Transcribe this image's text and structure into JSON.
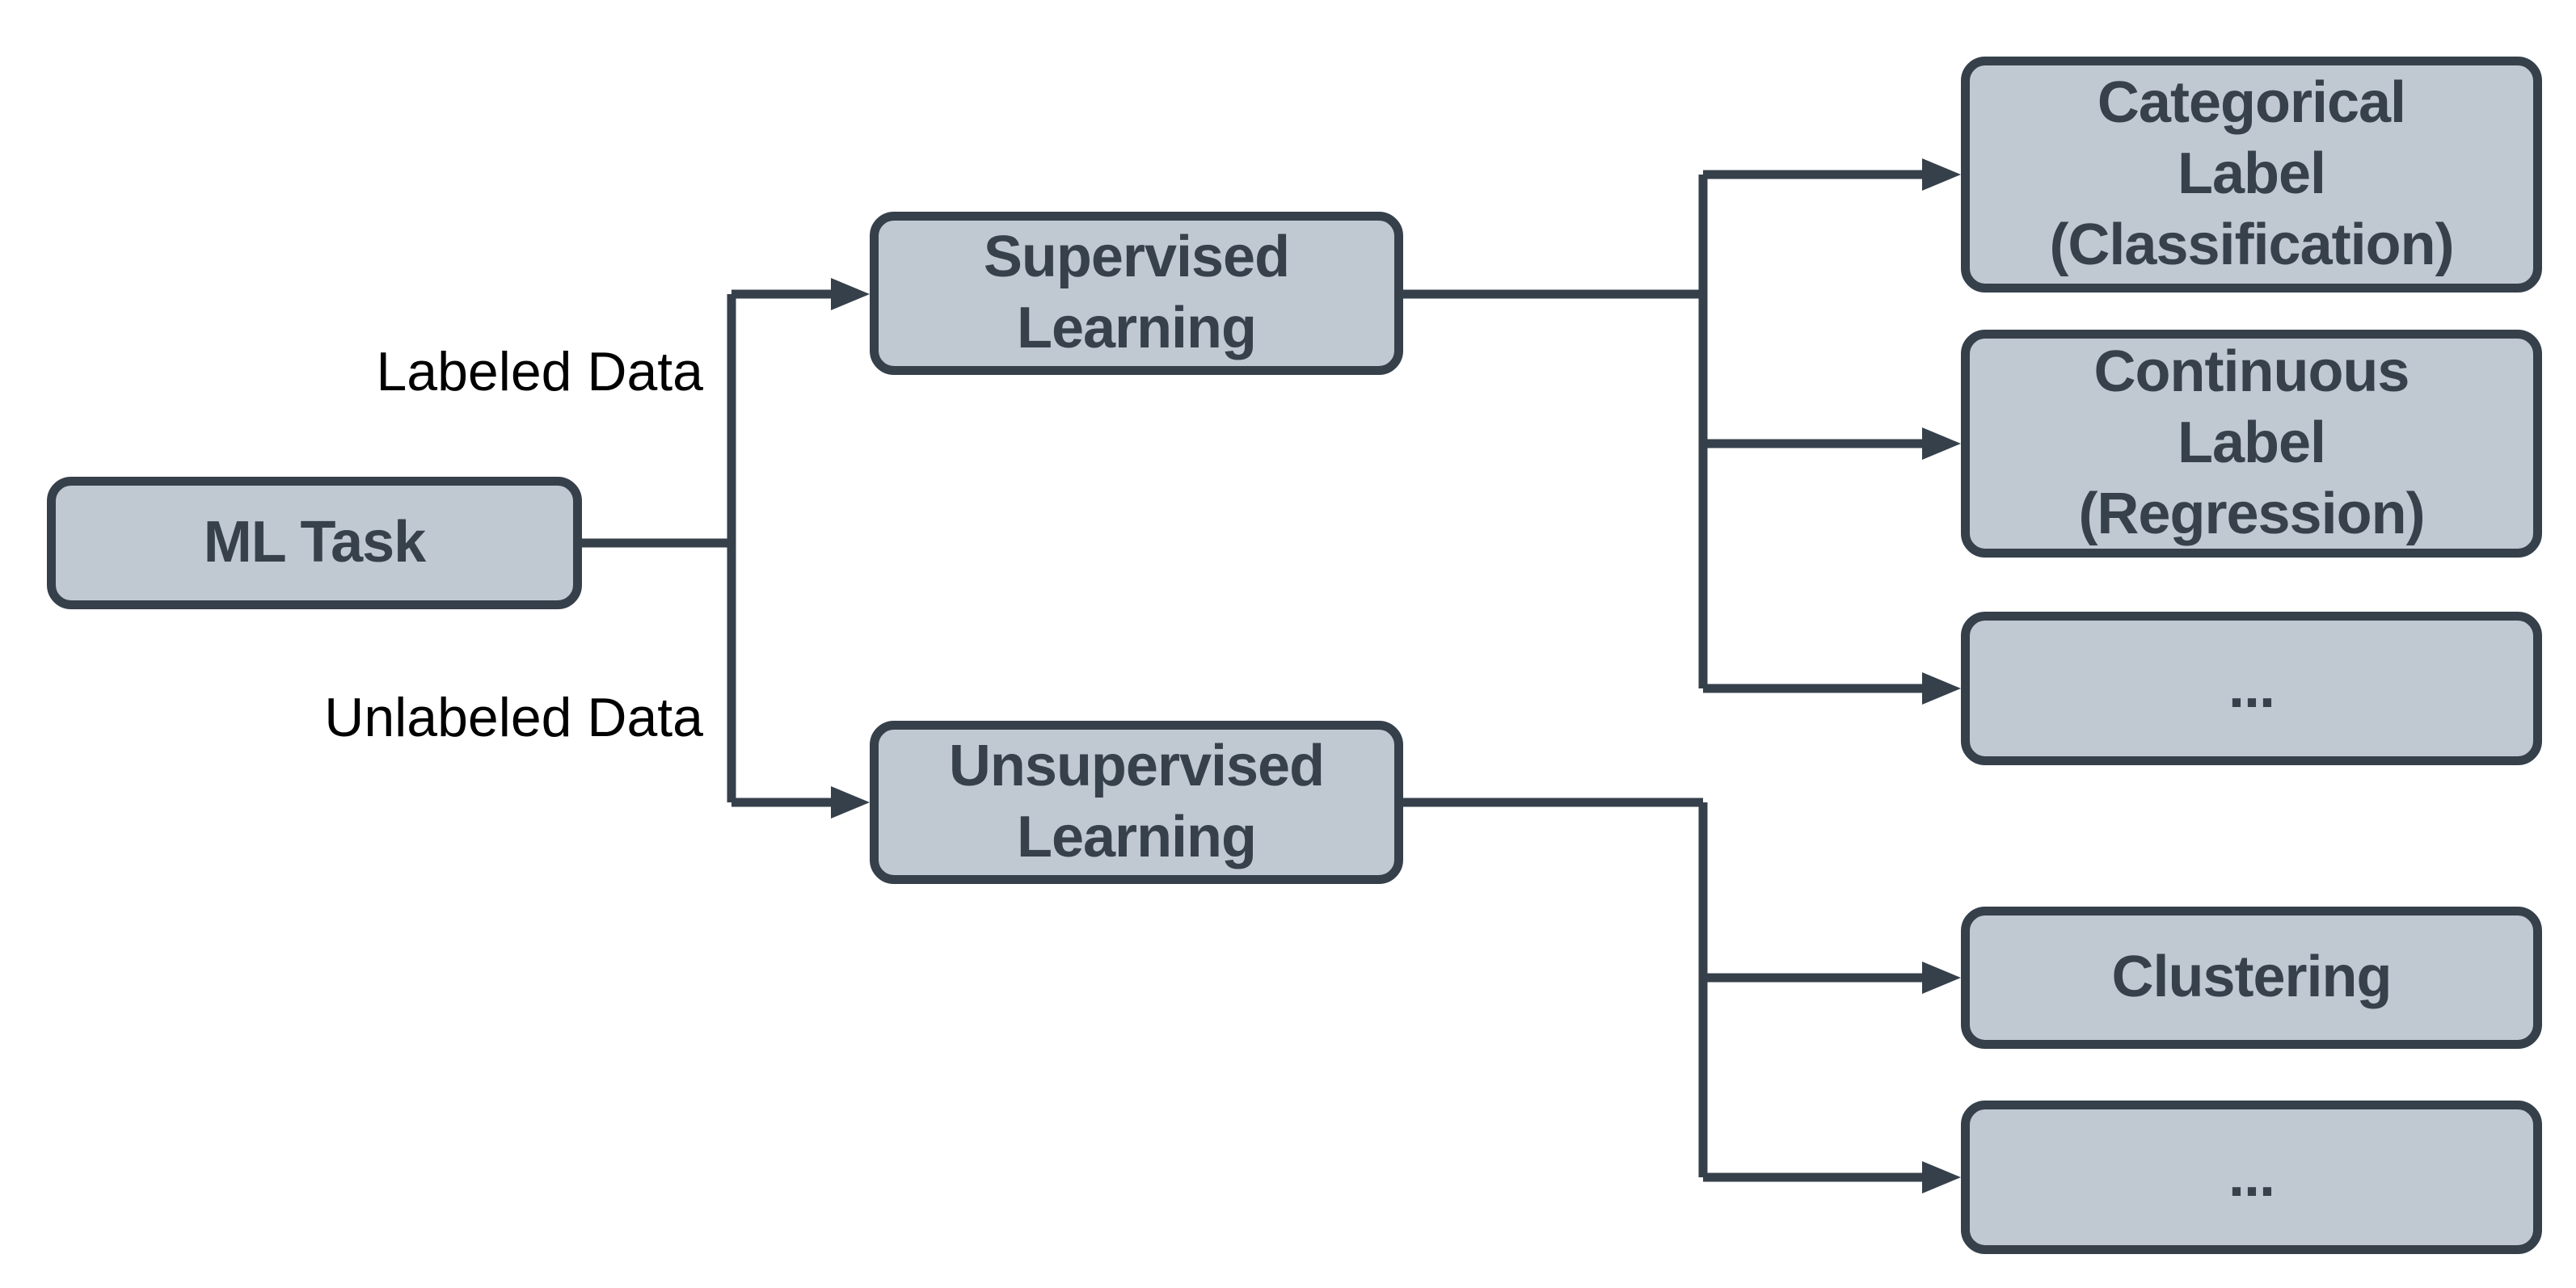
{
  "diagram": {
    "type": "flowchart",
    "direction": "left-to-right",
    "colors": {
      "node_fill": "#c0c8d2",
      "node_border": "#35404b",
      "node_text": "#36414c",
      "edge": "#35404b",
      "edge_label_text": "#000000",
      "background": "#ffffff"
    },
    "nodes": [
      {
        "id": "ml-task",
        "lines": [
          "ML Task"
        ]
      },
      {
        "id": "supervised",
        "lines": [
          "Supervised",
          "Learning"
        ]
      },
      {
        "id": "unsupervised",
        "lines": [
          "Unsupervised",
          "Learning"
        ]
      },
      {
        "id": "categorical",
        "lines": [
          "Categorical",
          "Label",
          "(Classification)"
        ]
      },
      {
        "id": "continuous",
        "lines": [
          "Continuous",
          "Label",
          "(Regression)"
        ]
      },
      {
        "id": "sup-more",
        "lines": [
          "..."
        ]
      },
      {
        "id": "clustering",
        "lines": [
          "Clustering"
        ]
      },
      {
        "id": "unsup-more",
        "lines": [
          "..."
        ]
      }
    ],
    "edge_labels": [
      {
        "id": "labeled-data",
        "text": "Labeled Data"
      },
      {
        "id": "unlabeled-data",
        "text": "Unlabeled Data"
      }
    ],
    "edges": [
      {
        "from": "ml-task",
        "to": "supervised",
        "label": "Labeled Data"
      },
      {
        "from": "ml-task",
        "to": "unsupervised",
        "label": "Unlabeled Data"
      },
      {
        "from": "supervised",
        "to": "categorical"
      },
      {
        "from": "supervised",
        "to": "continuous"
      },
      {
        "from": "supervised",
        "to": "sup-more"
      },
      {
        "from": "unsupervised",
        "to": "clustering"
      },
      {
        "from": "unsupervised",
        "to": "unsup-more"
      }
    ]
  }
}
